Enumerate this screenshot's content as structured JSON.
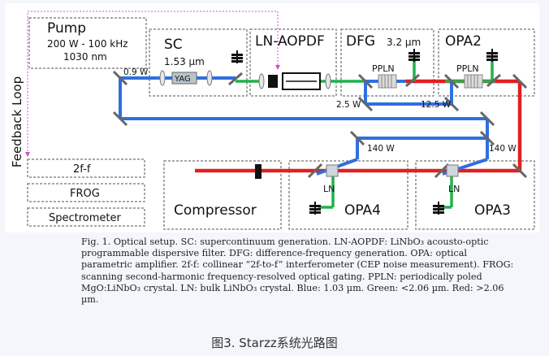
{
  "diagram": {
    "feedback_loop": "Feedback Loop",
    "pump": {
      "title": "Pump",
      "line1": "200 W - 100 kHz",
      "line2": "1030 nm"
    },
    "sc": {
      "title": "SC",
      "wavelength": "1.53 µm",
      "crystal": "YAG"
    },
    "ln_aopdf": {
      "title": "LN-AOPDF"
    },
    "dfg": {
      "title": "DFG",
      "wavelength": "3.2 µm",
      "crystal": "PPLN"
    },
    "opa2": {
      "title": "OPA2",
      "crystal": "PPLN"
    },
    "opa3": {
      "title": "OPA3",
      "crystal": "LN"
    },
    "opa4": {
      "title": "OPA4",
      "crystal": "LN"
    },
    "compressor": {
      "title": "Compressor"
    },
    "diagnostics": [
      "2f-f",
      "FROG",
      "Spectrometer"
    ],
    "power_labels": {
      "p09": "0.9 W",
      "p25": "2.5 W",
      "p125": "12.5 W",
      "p140a": "140 W",
      "p140b": "140 W"
    }
  },
  "caption": "Fig. 1. Optical setup. SC: supercontinuum generation. LN-AOPDF: LiNbO₃ acousto-optic programmable dispersive filter. DFG: difference-frequency generation. OPA: optical parametric amplifier. 2f-f: collinear “2f-to-f” interferometer (CEP noise measurement). FROG: scanning second-harmonic frequency-resolved optical gating. PPLN: periodically poled MgO:LiNbO₃ crystal. LN: bulk LiNbO₃ crystal. Blue: 1.03 µm. Green: <2.06 µm. Red: >2.06 µm.",
  "figure_title": "图3. Starzz系统光路图",
  "colors": {
    "blue": "#2f6fe0",
    "green": "#22b14c",
    "red": "#e02020",
    "box_border": "#8c8c8c",
    "feedback": "#d050d0"
  }
}
